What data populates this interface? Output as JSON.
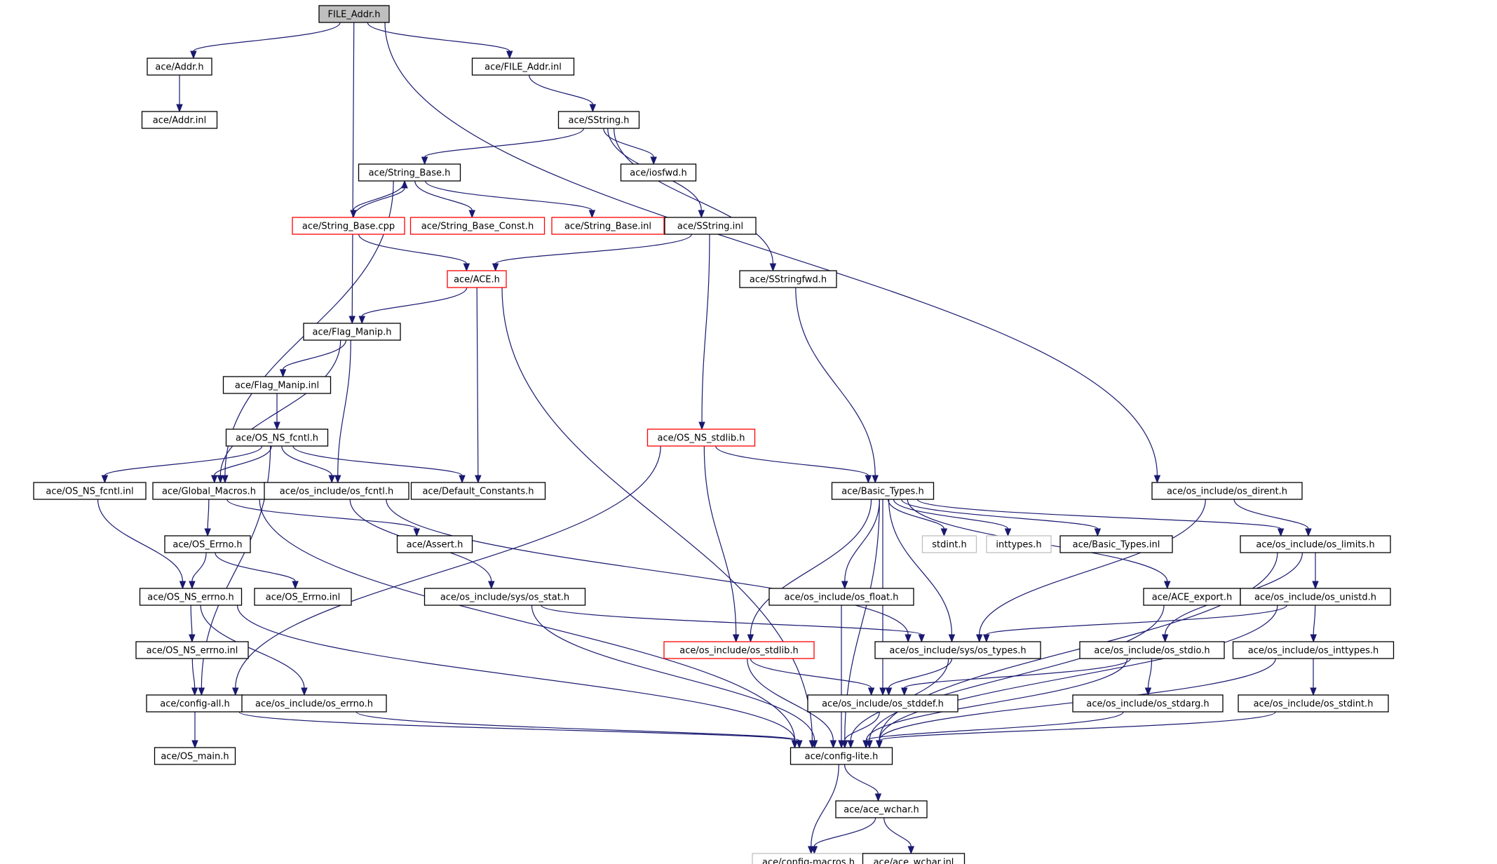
{
  "colors": {
    "edge": "#191970",
    "root_fill": "#bfbfbf",
    "truncated_border": "#ff0000",
    "system_border": "#bfbfbf"
  },
  "nodes": [
    {
      "id": "file_addr_h",
      "label": "FILE_Addr.h",
      "kind": "root"
    },
    {
      "id": "addr_h",
      "label": "ace/Addr.h",
      "kind": "normal"
    },
    {
      "id": "addr_inl",
      "label": "ace/Addr.inl",
      "kind": "normal"
    },
    {
      "id": "file_addr_inl",
      "label": "ace/FILE_Addr.inl",
      "kind": "normal"
    },
    {
      "id": "sstring_h",
      "label": "ace/SString.h",
      "kind": "normal"
    },
    {
      "id": "iosfwd_h",
      "label": "ace/iosfwd.h",
      "kind": "normal"
    },
    {
      "id": "string_base_h",
      "label": "ace/String_Base.h",
      "kind": "normal"
    },
    {
      "id": "string_base_cpp",
      "label": "ace/String_Base.cpp",
      "kind": "truncated"
    },
    {
      "id": "string_base_const_h",
      "label": "ace/String_Base_Const.h",
      "kind": "truncated"
    },
    {
      "id": "string_base_inl",
      "label": "ace/String_Base.inl",
      "kind": "truncated"
    },
    {
      "id": "sstring_inl",
      "label": "ace/SString.inl",
      "kind": "normal"
    },
    {
      "id": "sstringfwd_h",
      "label": "ace/SStringfwd.h",
      "kind": "normal"
    },
    {
      "id": "ace_h",
      "label": "ace/ACE.h",
      "kind": "truncated"
    },
    {
      "id": "flag_manip_h",
      "label": "ace/Flag_Manip.h",
      "kind": "normal"
    },
    {
      "id": "flag_manip_inl",
      "label": "ace/Flag_Manip.inl",
      "kind": "normal"
    },
    {
      "id": "os_ns_fcntl_h",
      "label": "ace/OS_NS_fcntl.h",
      "kind": "normal"
    },
    {
      "id": "os_ns_stdlib_h",
      "label": "ace/OS_NS_stdlib.h",
      "kind": "truncated"
    },
    {
      "id": "os_ns_fcntl_inl",
      "label": "ace/OS_NS_fcntl.inl",
      "kind": "normal"
    },
    {
      "id": "global_macros_h",
      "label": "ace/Global_Macros.h",
      "kind": "normal"
    },
    {
      "id": "os_fcntl_h",
      "label": "ace/os_include/os_fcntl.h",
      "kind": "normal"
    },
    {
      "id": "default_constants_h",
      "label": "ace/Default_Constants.h",
      "kind": "normal"
    },
    {
      "id": "basic_types_h",
      "label": "ace/Basic_Types.h",
      "kind": "normal"
    },
    {
      "id": "os_dirent_h",
      "label": "ace/os_include/os_dirent.h",
      "kind": "normal"
    },
    {
      "id": "os_errno_h",
      "label": "ace/OS_Errno.h",
      "kind": "normal"
    },
    {
      "id": "assert_h",
      "label": "ace/Assert.h",
      "kind": "normal"
    },
    {
      "id": "stdint_h",
      "label": "stdint.h",
      "kind": "system"
    },
    {
      "id": "inttypes_h",
      "label": "inttypes.h",
      "kind": "system"
    },
    {
      "id": "basic_types_inl",
      "label": "ace/Basic_Types.inl",
      "kind": "normal"
    },
    {
      "id": "os_limits_h",
      "label": "ace/os_include/os_limits.h",
      "kind": "normal"
    },
    {
      "id": "os_ns_errno_h",
      "label": "ace/OS_NS_errno.h",
      "kind": "normal"
    },
    {
      "id": "os_errno_inl",
      "label": "ace/OS_Errno.inl",
      "kind": "normal"
    },
    {
      "id": "sys_os_stat_h",
      "label": "ace/os_include/sys/os_stat.h",
      "kind": "normal"
    },
    {
      "id": "os_float_h",
      "label": "ace/os_include/os_float.h",
      "kind": "normal"
    },
    {
      "id": "ace_export_h",
      "label": "ace/ACE_export.h",
      "kind": "normal"
    },
    {
      "id": "os_unistd_h",
      "label": "ace/os_include/os_unistd.h",
      "kind": "normal"
    },
    {
      "id": "os_ns_errno_inl",
      "label": "ace/OS_NS_errno.inl",
      "kind": "normal"
    },
    {
      "id": "os_stdlib_h",
      "label": "ace/os_include/os_stdlib.h",
      "kind": "truncated"
    },
    {
      "id": "sys_os_types_h",
      "label": "ace/os_include/sys/os_types.h",
      "kind": "normal"
    },
    {
      "id": "os_stdio_h",
      "label": "ace/os_include/os_stdio.h",
      "kind": "normal"
    },
    {
      "id": "os_inttypes_h",
      "label": "ace/os_include/os_inttypes.h",
      "kind": "normal"
    },
    {
      "id": "config_all_h",
      "label": "ace/config-all.h",
      "kind": "normal"
    },
    {
      "id": "os_errno_h2",
      "label": "ace/os_include/os_errno.h",
      "kind": "normal"
    },
    {
      "id": "os_stddef_h",
      "label": "ace/os_include/os_stddef.h",
      "kind": "normal"
    },
    {
      "id": "os_stdarg_h",
      "label": "ace/os_include/os_stdarg.h",
      "kind": "normal"
    },
    {
      "id": "os_stdint_h",
      "label": "ace/os_include/os_stdint.h",
      "kind": "normal"
    },
    {
      "id": "os_main_h",
      "label": "ace/OS_main.h",
      "kind": "normal"
    },
    {
      "id": "config_lite_h",
      "label": "ace/config-lite.h",
      "kind": "normal"
    },
    {
      "id": "ace_wchar_h",
      "label": "ace/ace_wchar.h",
      "kind": "normal"
    },
    {
      "id": "config_macros_h",
      "label": "ace/config-macros.h",
      "kind": "system"
    },
    {
      "id": "ace_wchar_inl",
      "label": "ace/ace_wchar.inl",
      "kind": "normal"
    }
  ],
  "edges": [
    [
      "file_addr_h",
      "addr_h"
    ],
    [
      "file_addr_h",
      "file_addr_inl"
    ],
    [
      "file_addr_h",
      "flag_manip_h"
    ],
    [
      "file_addr_h",
      "os_dirent_h"
    ],
    [
      "addr_h",
      "addr_inl"
    ],
    [
      "file_addr_inl",
      "sstring_h"
    ],
    [
      "sstring_h",
      "string_base_h"
    ],
    [
      "sstring_h",
      "iosfwd_h"
    ],
    [
      "sstring_h",
      "sstring_inl"
    ],
    [
      "sstring_h",
      "sstringfwd_h"
    ],
    [
      "string_base_h",
      "string_base_cpp"
    ],
    [
      "string_base_h",
      "string_base_const_h"
    ],
    [
      "string_base_h",
      "string_base_inl"
    ],
    [
      "string_base_h",
      "global_macros_h"
    ],
    [
      "string_base_cpp",
      "string_base_h"
    ],
    [
      "string_base_cpp",
      "ace_h"
    ],
    [
      "sstring_inl",
      "ace_h"
    ],
    [
      "sstring_inl",
      "os_ns_stdlib_h"
    ],
    [
      "sstringfwd_h",
      "basic_types_h"
    ],
    [
      "ace_h",
      "flag_manip_h"
    ],
    [
      "ace_h",
      "default_constants_h"
    ],
    [
      "ace_h",
      "config_lite_h"
    ],
    [
      "flag_manip_h",
      "flag_manip_inl"
    ],
    [
      "flag_manip_h",
      "global_macros_h"
    ],
    [
      "flag_manip_h",
      "os_fcntl_h"
    ],
    [
      "flag_manip_inl",
      "os_ns_fcntl_h"
    ],
    [
      "os_ns_fcntl_h",
      "os_ns_fcntl_inl"
    ],
    [
      "os_ns_fcntl_h",
      "global_macros_h"
    ],
    [
      "os_ns_fcntl_h",
      "os_fcntl_h"
    ],
    [
      "os_ns_fcntl_h",
      "default_constants_h"
    ],
    [
      "os_ns_fcntl_h",
      "config_all_h"
    ],
    [
      "os_ns_fcntl_inl",
      "os_ns_errno_h"
    ],
    [
      "os_ns_stdlib_h",
      "basic_types_h"
    ],
    [
      "os_ns_stdlib_h",
      "os_stdlib_h"
    ],
    [
      "os_ns_stdlib_h",
      "config_all_h"
    ],
    [
      "global_macros_h",
      "os_errno_h"
    ],
    [
      "global_macros_h",
      "assert_h"
    ],
    [
      "global_macros_h",
      "config_lite_h"
    ],
    [
      "os_fcntl_h",
      "sys_os_stat_h"
    ],
    [
      "os_fcntl_h",
      "sys_os_types_h"
    ],
    [
      "basic_types_h",
      "stdint_h"
    ],
    [
      "basic_types_h",
      "inttypes_h"
    ],
    [
      "basic_types_h",
      "basic_types_inl"
    ],
    [
      "basic_types_h",
      "os_limits_h"
    ],
    [
      "basic_types_h",
      "ace_export_h"
    ],
    [
      "basic_types_h",
      "os_float_h"
    ],
    [
      "basic_types_h",
      "os_stdlib_h"
    ],
    [
      "basic_types_h",
      "sys_os_types_h"
    ],
    [
      "basic_types_h",
      "os_stddef_h"
    ],
    [
      "basic_types_h",
      "config_lite_h"
    ],
    [
      "os_dirent_h",
      "os_limits_h"
    ],
    [
      "os_dirent_h",
      "sys_os_types_h"
    ],
    [
      "os_errno_h",
      "os_ns_errno_h"
    ],
    [
      "os_errno_h",
      "os_errno_inl"
    ],
    [
      "os_limits_h",
      "os_unistd_h"
    ],
    [
      "os_limits_h",
      "os_stdio_h"
    ],
    [
      "os_limits_h",
      "config_lite_h"
    ],
    [
      "os_ns_errno_h",
      "os_ns_errno_inl"
    ],
    [
      "os_ns_errno_h",
      "os_errno_h2"
    ],
    [
      "os_ns_errno_h",
      "config_lite_h"
    ],
    [
      "sys_os_stat_h",
      "sys_os_types_h"
    ],
    [
      "sys_os_stat_h",
      "config_lite_h"
    ],
    [
      "os_float_h",
      "config_lite_h"
    ],
    [
      "ace_export_h",
      "config_lite_h"
    ],
    [
      "os_unistd_h",
      "sys_os_types_h"
    ],
    [
      "os_unistd_h",
      "os_inttypes_h"
    ],
    [
      "os_unistd_h",
      "config_lite_h"
    ],
    [
      "os_ns_errno_inl",
      "config_all_h"
    ],
    [
      "os_stdlib_h",
      "os_stddef_h"
    ],
    [
      "os_stdlib_h",
      "config_lite_h"
    ],
    [
      "sys_os_types_h",
      "os_stddef_h"
    ],
    [
      "sys_os_types_h",
      "config_lite_h"
    ],
    [
      "os_stdio_h",
      "os_stddef_h"
    ],
    [
      "os_stdio_h",
      "os_stdarg_h"
    ],
    [
      "os_stdio_h",
      "config_lite_h"
    ],
    [
      "os_inttypes_h",
      "os_stdint_h"
    ],
    [
      "os_inttypes_h",
      "config_lite_h"
    ],
    [
      "config_all_h",
      "os_main_h"
    ],
    [
      "config_all_h",
      "config_lite_h"
    ],
    [
      "os_errno_h2",
      "config_lite_h"
    ],
    [
      "os_stddef_h",
      "config_lite_h"
    ],
    [
      "os_stdarg_h",
      "config_lite_h"
    ],
    [
      "os_stdint_h",
      "config_lite_h"
    ],
    [
      "config_lite_h",
      "ace_wchar_h"
    ],
    [
      "config_lite_h",
      "config_macros_h"
    ],
    [
      "ace_wchar_h",
      "config_macros_h"
    ],
    [
      "ace_wchar_h",
      "ace_wchar_inl"
    ]
  ]
}
